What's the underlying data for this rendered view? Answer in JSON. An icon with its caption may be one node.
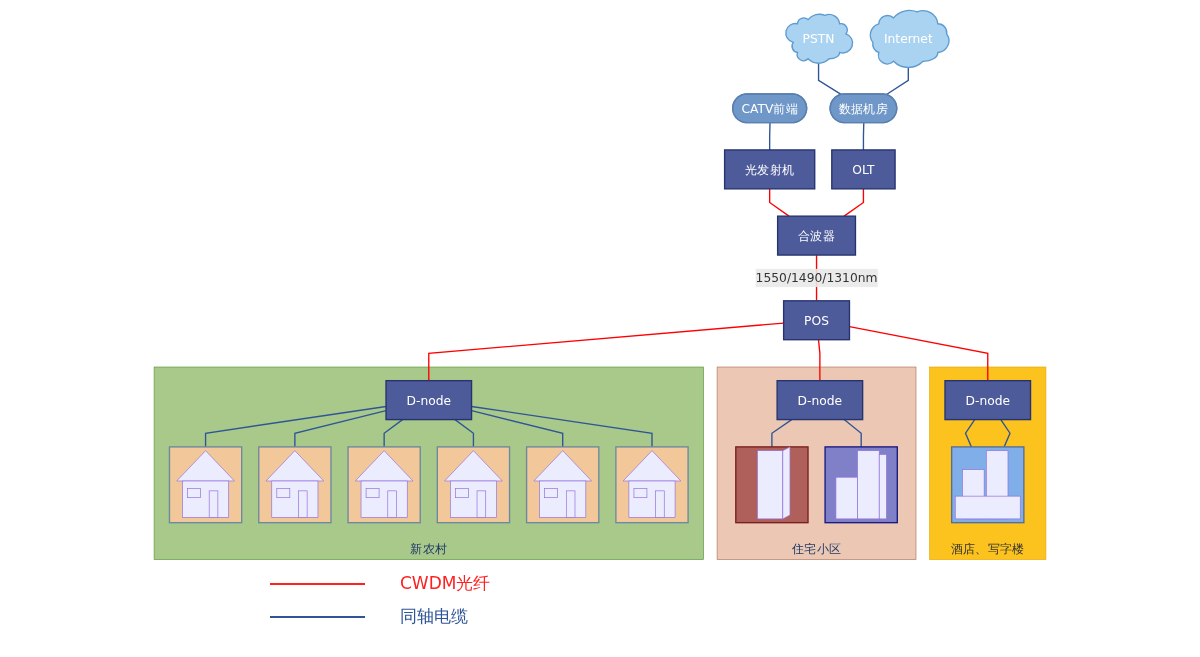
{
  "diagram": {
    "nodes": [
      {
        "text": [
          "CATV前端"
        ]
      },
      {
        "text": [
          "光发射机"
        ]
      },
      {
        "text": [
          "PSTN"
        ]
      },
      {
        "text": [
          "Internet"
        ]
      },
      {
        "text": [
          "数据机房"
        ]
      },
      {
        "text": [
          "OLT"
        ]
      },
      {
        "text": [
          "合波器"
        ]
      },
      {
        "text": [
          "POS"
        ]
      },
      {
        "text": [
          "酒店、写字楼"
        ]
      },
      {
        "text": [
          "D-node"
        ],
        "in": 8
      },
      {
        "text": [],
        "shape": "picture",
        "in": 8
      },
      {
        "text": [
          "住宅小区"
        ]
      },
      {
        "text": [
          "D-node"
        ],
        "in": 11
      },
      {
        "text": [],
        "shape": "picture",
        "in": 11
      },
      {
        "text": [],
        "shape": "picture",
        "in": 11
      },
      {
        "text": [
          "新农村"
        ]
      },
      {
        "text": [
          "D-node"
        ],
        "in": 15
      },
      {
        "text": [],
        "shape": "picture",
        "in": 15
      },
      {
        "text": [],
        "shape": "picture",
        "in": 15
      },
      {
        "text": [],
        "shape": "picture",
        "in": 15
      },
      {
        "text": [],
        "shape": "picture",
        "in": 15
      },
      {
        "text": [],
        "shape": "picture",
        "in": 15
      },
      {
        "text": [],
        "shape": "picture",
        "in": 15
      }
    ],
    "edges": [
      {
        "from": 0,
        "to": 1,
        "arrow": "none"
      },
      {
        "from": 2,
        "to": 4,
        "arrow": "none"
      },
      {
        "from": 3,
        "to": 4,
        "arrow": "none"
      },
      {
        "from": 4,
        "to": 5,
        "arrow": "none"
      },
      {
        "from": 1,
        "to": 6,
        "arrow": "none",
        "color": "#ff0000"
      },
      {
        "from": 5,
        "to": 6,
        "arrow": "none",
        "color": "#ff0000"
      },
      {
        "from": 6,
        "to": 7,
        "arrow": "none",
        "label": "1550/1490/1310nm",
        "color": "#ff0000"
      },
      {
        "from": 7,
        "to": 9,
        "arrow": "none",
        "color": "#ff0000"
      },
      {
        "from": 7,
        "to": 12,
        "arrow": "none",
        "color": "#ff0000"
      },
      {
        "from": 7,
        "to": 16,
        "arrow": "none",
        "color": "#ff0000"
      },
      {
        "from": 9,
        "to": 10,
        "arrow": "none"
      },
      {
        "from": 9,
        "to": 10,
        "arrow": "none"
      },
      {
        "from": 12,
        "to": 13,
        "arrow": "none"
      },
      {
        "from": 12,
        "to": 14,
        "arrow": "none"
      },
      {
        "from": 16,
        "to": 17,
        "arrow": "none"
      },
      {
        "from": 16,
        "to": 18,
        "arrow": "none"
      },
      {
        "from": 16,
        "to": 19,
        "arrow": "none"
      },
      {
        "from": 16,
        "to": 20,
        "arrow": "none"
      },
      {
        "from": 16,
        "to": 21,
        "arrow": "none"
      },
      {
        "from": 16,
        "to": 22,
        "arrow": "none"
      }
    ],
    "legend": [
      {
        "text": "CWDM光纤"
      },
      {
        "text": "同轴电缆"
      }
    ]
  }
}
